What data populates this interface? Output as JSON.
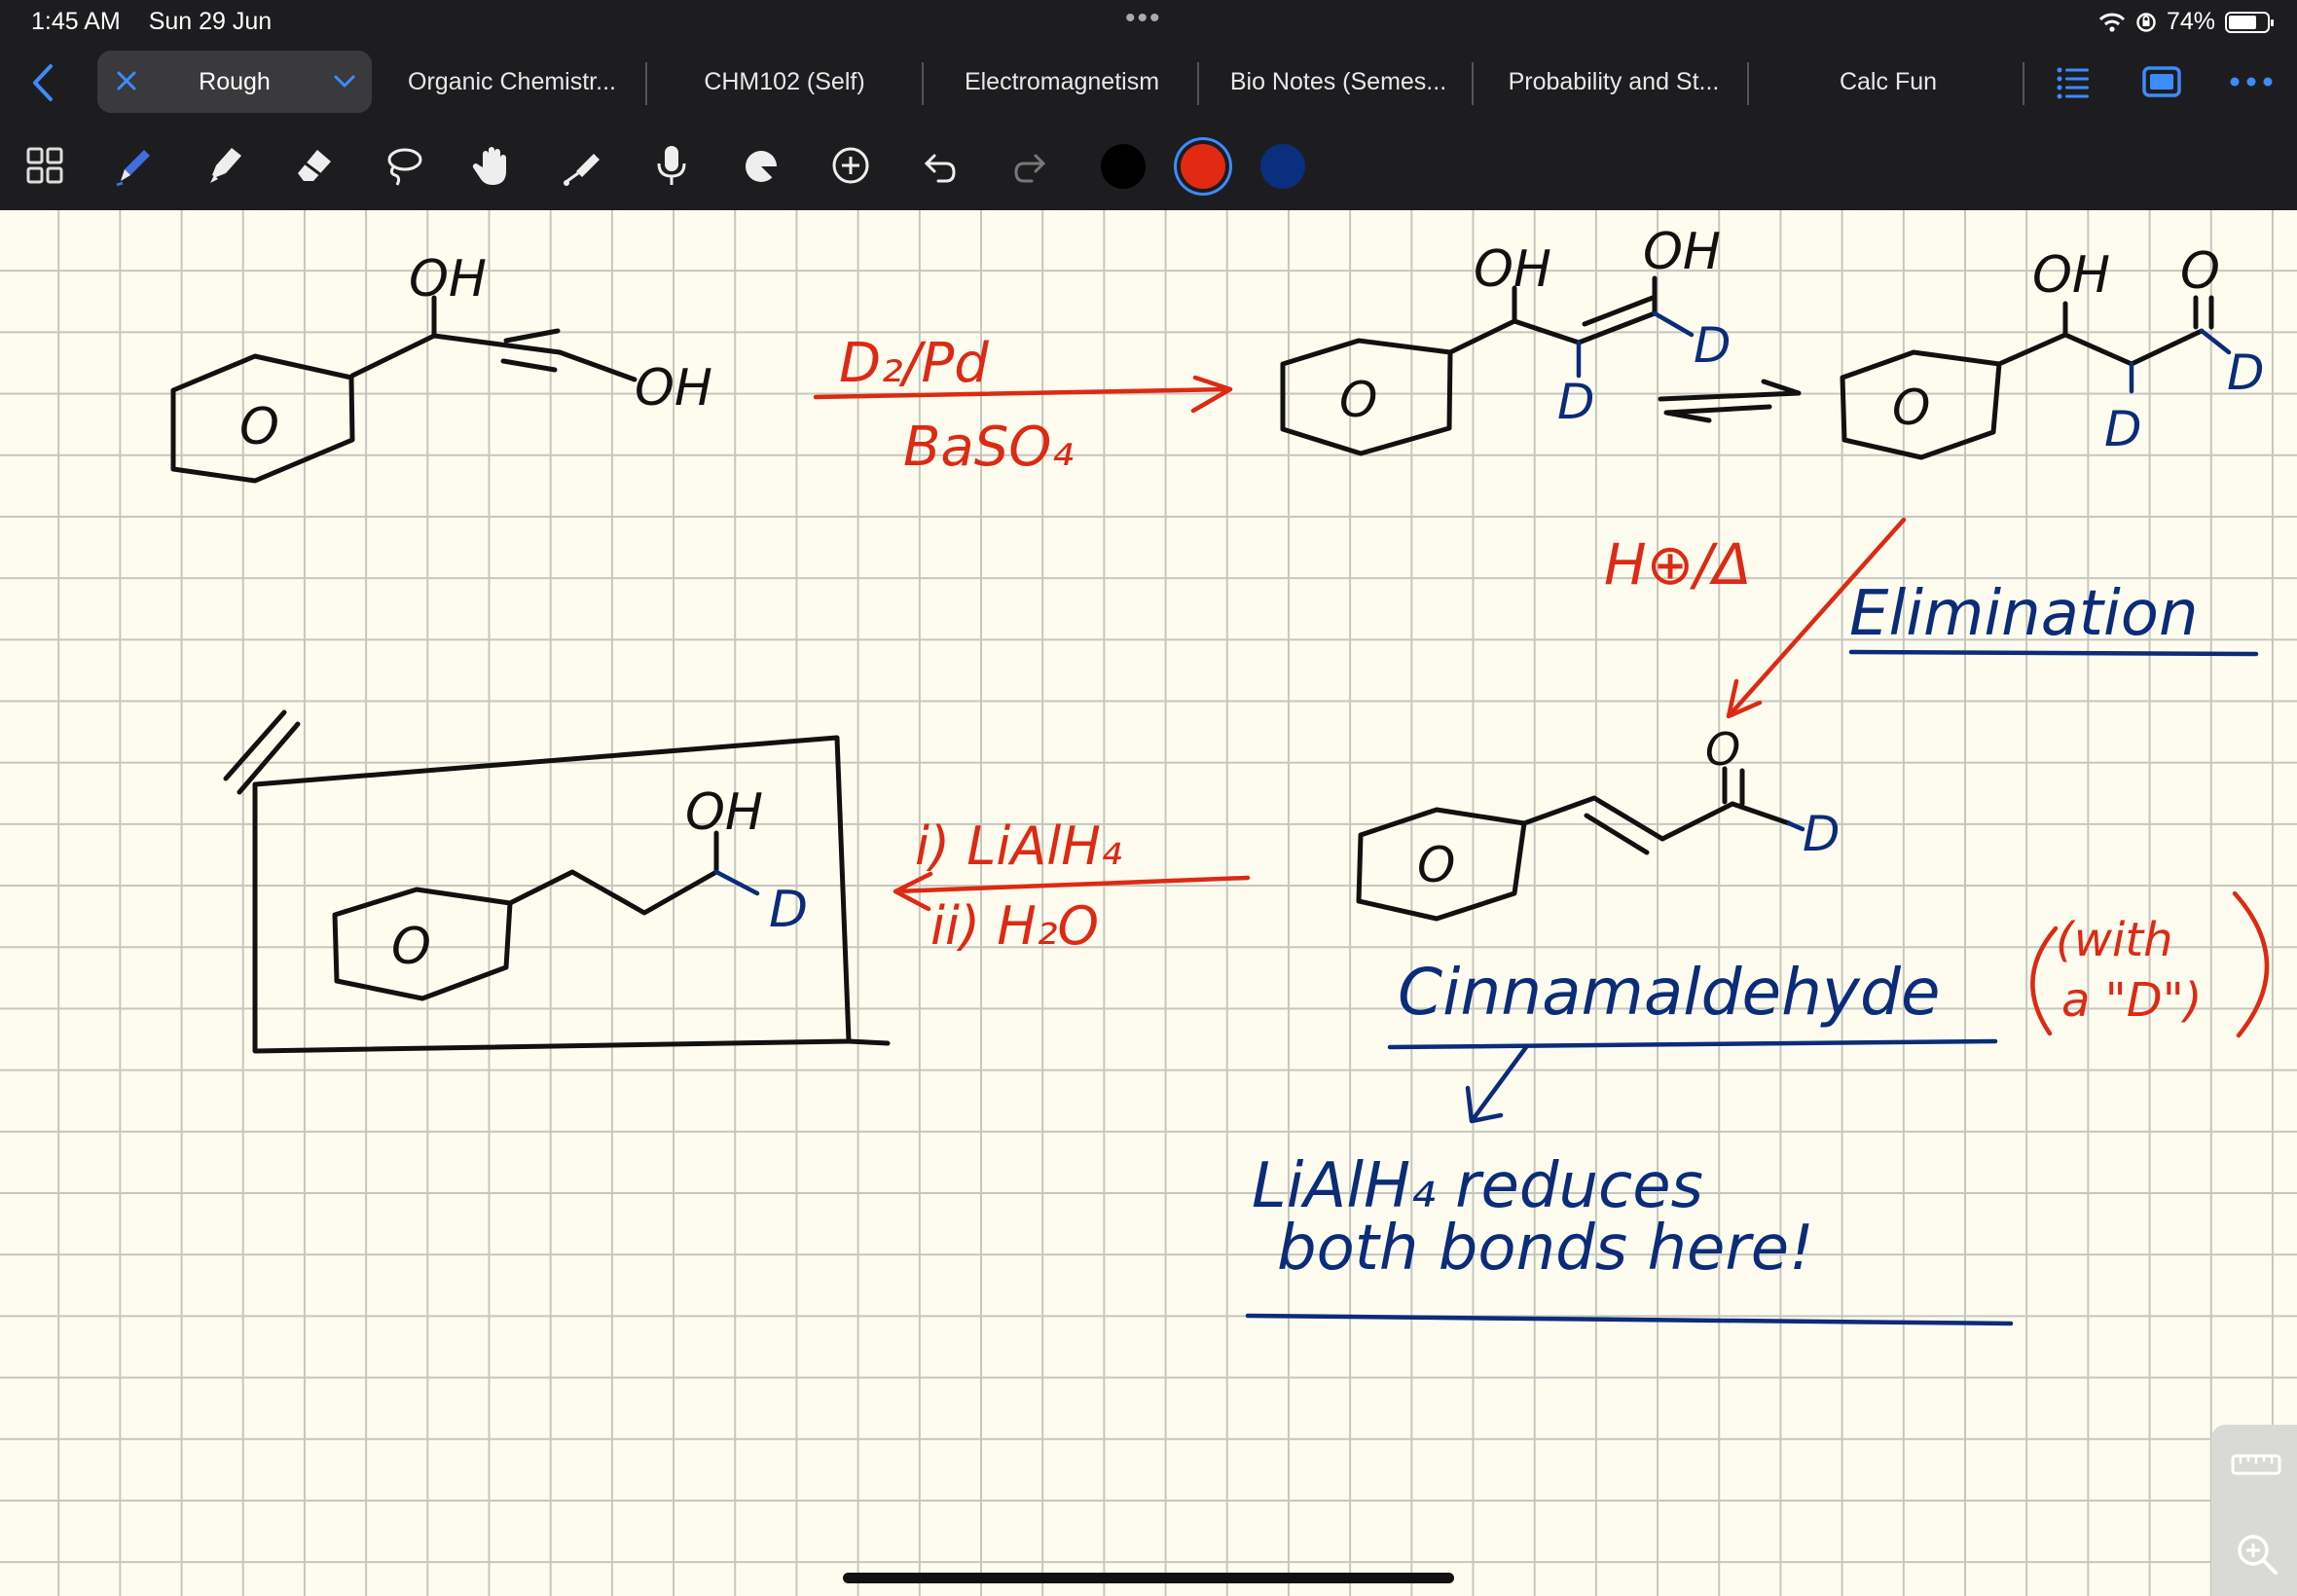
{
  "status_bar": {
    "time": "1:45 AM",
    "date": "Sun 29 Jun",
    "battery": "74%",
    "battery_level": 0.74
  },
  "tabs": {
    "active": "Rough",
    "items": [
      "Organic Chemistr...",
      "CHM102 (Self)",
      "Electromagnetism",
      "Bio Notes (Semes...",
      "Probability and St...",
      "Calc Fun"
    ]
  },
  "toolbar": {
    "tools": [
      "thumbnails-icon",
      "pen-icon",
      "highlighter-icon",
      "eraser-icon",
      "lasso-icon",
      "hand-icon",
      "laser-pointer-icon",
      "microphone-icon",
      "shapes-icon",
      "add-icon",
      "undo-icon",
      "redo-icon"
    ],
    "colors": [
      "#000000",
      "#e22a12",
      "#0a2f7c"
    ],
    "selected_color": "#e22a12"
  },
  "ink_colors": {
    "black": "#111111",
    "red": "#dc2a14",
    "blue": "#0b2c78"
  },
  "notes": {
    "oh_1": "OH",
    "oh_2": "OH",
    "reagent_1": "D₂/Pd",
    "reagent_2": "BaSO₄",
    "oh_3": "OH",
    "oh_4": "OH",
    "d_1": "D",
    "d_2": "D",
    "oh_5": "OH",
    "o_1": "O",
    "d_3": "D",
    "d_4": "D",
    "acid_heat": "H⊕/Δ",
    "elimination": "Elimination",
    "o_2": "O",
    "d_5": "D",
    "step_1": "i) LiAlH₄",
    "step_2": "ii) H₂O",
    "oh_6": "OH",
    "d_6": "D",
    "cinnamaldehyde": "Cinnamaldehyde",
    "with_d_1": "(with",
    "with_d_2": "a \"D\")",
    "note_line_1": "LiAlH₄ reduces",
    "note_line_2": "both bonds here!",
    "ring_o": "O"
  }
}
